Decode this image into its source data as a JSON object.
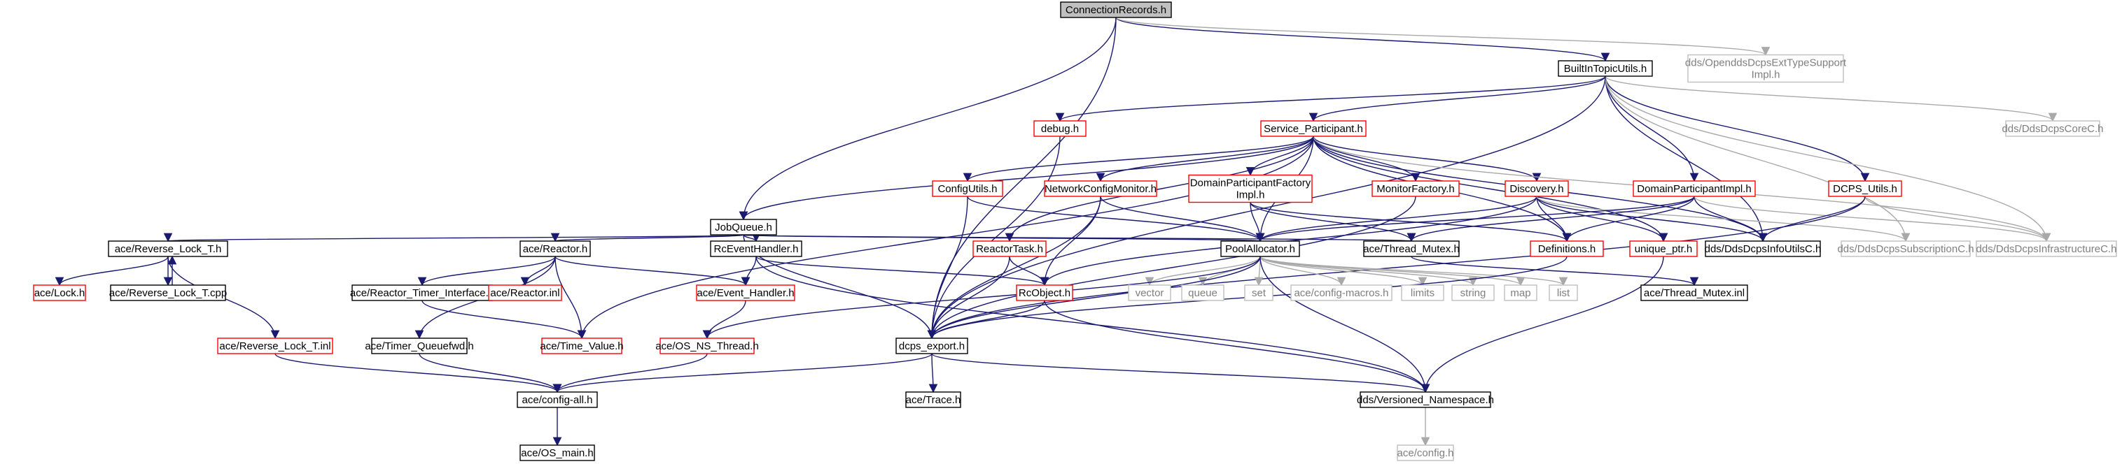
{
  "colors": {
    "edge": "#191970",
    "edge_light": "#a9a9a9",
    "border_black": "#000000",
    "border_red": "#ff0000",
    "border_gray": "#bfbfbf",
    "fill_root": "#bfbfbf",
    "text_black": "#000000",
    "text_gray": "#7f7f7f"
  },
  "nodes": [
    {
      "id": "conn",
      "lines": [
        "ConnectionRecords.h"
      ],
      "style": "root"
    },
    {
      "id": "bitu",
      "lines": [
        "BuiltInTopicUtils.h"
      ],
      "style": "black"
    },
    {
      "id": "odext",
      "lines": [
        "dds/OpenddsDcpsExtTypeSupport",
        "Impl.h"
      ],
      "style": "gray"
    },
    {
      "id": "debug",
      "lines": [
        "debug.h"
      ],
      "style": "red"
    },
    {
      "id": "svcp",
      "lines": [
        "Service_Participant.h"
      ],
      "style": "red"
    },
    {
      "id": "corec",
      "lines": [
        "dds/DdsDcpsCoreC.h"
      ],
      "style": "gray"
    },
    {
      "id": "jobq",
      "lines": [
        "JobQueue.h"
      ],
      "style": "black"
    },
    {
      "id": "cfgu",
      "lines": [
        "ConfigUtils.h"
      ],
      "style": "red"
    },
    {
      "id": "netcfg",
      "lines": [
        "NetworkConfigMonitor.h"
      ],
      "style": "red"
    },
    {
      "id": "dpfi",
      "lines": [
        "DomainParticipantFactory",
        "Impl.h"
      ],
      "style": "red"
    },
    {
      "id": "monf",
      "lines": [
        "MonitorFactory.h"
      ],
      "style": "red"
    },
    {
      "id": "disc",
      "lines": [
        "Discovery.h"
      ],
      "style": "red"
    },
    {
      "id": "dpi",
      "lines": [
        "DomainParticipantImpl.h"
      ],
      "style": "red"
    },
    {
      "id": "dcpsu",
      "lines": [
        "DCPS_Utils.h"
      ],
      "style": "red"
    },
    {
      "id": "revlock",
      "lines": [
        "ace/Reverse_Lock_T.h"
      ],
      "style": "black"
    },
    {
      "id": "reactor",
      "lines": [
        "ace/Reactor.h"
      ],
      "style": "black"
    },
    {
      "id": "rceh",
      "lines": [
        "RcEventHandler.h"
      ],
      "style": "black"
    },
    {
      "id": "rtask",
      "lines": [
        "ReactorTask.h"
      ],
      "style": "red"
    },
    {
      "id": "pool",
      "lines": [
        "PoolAllocator.h"
      ],
      "style": "black"
    },
    {
      "id": "tmutex",
      "lines": [
        "ace/Thread_Mutex.h"
      ],
      "style": "black"
    },
    {
      "id": "defs",
      "lines": [
        "Definitions.h"
      ],
      "style": "red"
    },
    {
      "id": "uptr",
      "lines": [
        "unique_ptr.h"
      ],
      "style": "red"
    },
    {
      "id": "infou",
      "lines": [
        "dds/DdsDcpsInfoUtilsC.h"
      ],
      "style": "black"
    },
    {
      "id": "subc",
      "lines": [
        "dds/DdsDcpsSubscriptionC.h"
      ],
      "style": "gray"
    },
    {
      "id": "infra",
      "lines": [
        "dds/DdsDcpsInfrastructureC.h"
      ],
      "style": "gray"
    },
    {
      "id": "lock",
      "lines": [
        "ace/Lock.h"
      ],
      "style": "red"
    },
    {
      "id": "revcpp",
      "lines": [
        "ace/Reverse_Lock_T.cpp"
      ],
      "style": "black"
    },
    {
      "id": "rti",
      "lines": [
        "ace/Reactor_Timer_Interface.h"
      ],
      "style": "black"
    },
    {
      "id": "rinl",
      "lines": [
        "ace/Reactor.inl"
      ],
      "style": "red"
    },
    {
      "id": "evh",
      "lines": [
        "ace/Event_Handler.h"
      ],
      "style": "red"
    },
    {
      "id": "rcobj",
      "lines": [
        "RcObject.h"
      ],
      "style": "red"
    },
    {
      "id": "vector",
      "lines": [
        "vector"
      ],
      "style": "gray"
    },
    {
      "id": "queue",
      "lines": [
        "queue"
      ],
      "style": "gray"
    },
    {
      "id": "set",
      "lines": [
        "set"
      ],
      "style": "gray"
    },
    {
      "id": "cfgmac",
      "lines": [
        "ace/config-macros.h"
      ],
      "style": "gray"
    },
    {
      "id": "limits",
      "lines": [
        "limits"
      ],
      "style": "gray"
    },
    {
      "id": "string",
      "lines": [
        "string"
      ],
      "style": "gray"
    },
    {
      "id": "map",
      "lines": [
        "map"
      ],
      "style": "gray"
    },
    {
      "id": "list",
      "lines": [
        "list"
      ],
      "style": "gray"
    },
    {
      "id": "tminl",
      "lines": [
        "ace/Thread_Mutex.inl"
      ],
      "style": "black"
    },
    {
      "id": "revinl",
      "lines": [
        "ace/Reverse_Lock_T.inl"
      ],
      "style": "red"
    },
    {
      "id": "tqfwd",
      "lines": [
        "ace/Timer_Queuefwd.h"
      ],
      "style": "black"
    },
    {
      "id": "tval",
      "lines": [
        "ace/Time_Value.h"
      ],
      "style": "red"
    },
    {
      "id": "osns",
      "lines": [
        "ace/OS_NS_Thread.h"
      ],
      "style": "red"
    },
    {
      "id": "dexp",
      "lines": [
        "dcps_export.h"
      ],
      "style": "black"
    },
    {
      "id": "vns",
      "lines": [
        "dds/Versioned_Namespace.h"
      ],
      "style": "black"
    },
    {
      "id": "cfgall",
      "lines": [
        "ace/config-all.h"
      ],
      "style": "black"
    },
    {
      "id": "trace",
      "lines": [
        "ace/Trace.h"
      ],
      "style": "black"
    },
    {
      "id": "acecfg",
      "lines": [
        "ace/config.h"
      ],
      "style": "gray"
    },
    {
      "id": "osmain",
      "lines": [
        "ace/OS_main.h"
      ],
      "style": "black"
    }
  ],
  "edges": [
    [
      "conn",
      "bitu"
    ],
    [
      "conn",
      "odext"
    ],
    [
      "conn",
      "jobq"
    ],
    [
      "conn",
      "dexp"
    ],
    [
      "bitu",
      "debug"
    ],
    [
      "bitu",
      "svcp"
    ],
    [
      "bitu",
      "corec"
    ],
    [
      "bitu",
      "dpi"
    ],
    [
      "bitu",
      "dcpsu"
    ],
    [
      "bitu",
      "infou"
    ],
    [
      "bitu",
      "subc"
    ],
    [
      "bitu",
      "infra"
    ],
    [
      "bitu",
      "dexp"
    ],
    [
      "debug",
      "dexp"
    ],
    [
      "svcp",
      "jobq"
    ],
    [
      "svcp",
      "cfgu"
    ],
    [
      "svcp",
      "netcfg"
    ],
    [
      "svcp",
      "dpfi"
    ],
    [
      "svcp",
      "monf"
    ],
    [
      "svcp",
      "disc"
    ],
    [
      "svcp",
      "rtask"
    ],
    [
      "svcp",
      "pool"
    ],
    [
      "svcp",
      "defs"
    ],
    [
      "svcp",
      "uptr"
    ],
    [
      "svcp",
      "infou"
    ],
    [
      "svcp",
      "infra"
    ],
    [
      "svcp",
      "tval"
    ],
    [
      "jobq",
      "revlock"
    ],
    [
      "jobq",
      "reactor"
    ],
    [
      "jobq",
      "rceh"
    ],
    [
      "jobq",
      "pool"
    ],
    [
      "jobq",
      "tmutex"
    ],
    [
      "jobq",
      "dexp"
    ],
    [
      "cfgu",
      "pool"
    ],
    [
      "cfgu",
      "dexp"
    ],
    [
      "netcfg",
      "pool"
    ],
    [
      "netcfg",
      "rcobj"
    ],
    [
      "netcfg",
      "dexp"
    ],
    [
      "dpfi",
      "pool"
    ],
    [
      "dpfi",
      "tmutex"
    ],
    [
      "dpfi",
      "defs"
    ],
    [
      "monf",
      "dexp"
    ],
    [
      "disc",
      "pool"
    ],
    [
      "disc",
      "rcobj"
    ],
    [
      "disc",
      "defs"
    ],
    [
      "disc",
      "uptr"
    ],
    [
      "disc",
      "infou"
    ],
    [
      "disc",
      "subc"
    ],
    [
      "dpi",
      "pool"
    ],
    [
      "dpi",
      "defs"
    ],
    [
      "dpi",
      "infou"
    ],
    [
      "dpi",
      "infra"
    ],
    [
      "dpi",
      "tmutex"
    ],
    [
      "dcpsu",
      "infou"
    ],
    [
      "dcpsu",
      "infra"
    ],
    [
      "dcpsu",
      "dexp"
    ],
    [
      "revlock",
      "lock"
    ],
    [
      "revlock",
      "revcpp"
    ],
    [
      "revlock",
      "revinl"
    ],
    [
      "revcpp",
      "revlock"
    ],
    [
      "reactor",
      "rti"
    ],
    [
      "reactor",
      "rinl"
    ],
    [
      "reactor",
      "evh"
    ],
    [
      "reactor",
      "tval"
    ],
    [
      "reactor",
      "tqfwd"
    ],
    [
      "rceh",
      "evh"
    ],
    [
      "rceh",
      "rcobj"
    ],
    [
      "rceh",
      "vns"
    ],
    [
      "rtask",
      "rcobj"
    ],
    [
      "rtask",
      "dexp"
    ],
    [
      "pool",
      "vector"
    ],
    [
      "pool",
      "queue"
    ],
    [
      "pool",
      "set"
    ],
    [
      "pool",
      "cfgmac"
    ],
    [
      "pool",
      "limits"
    ],
    [
      "pool",
      "string"
    ],
    [
      "pool",
      "map"
    ],
    [
      "pool",
      "list"
    ],
    [
      "pool",
      "dexp"
    ],
    [
      "pool",
      "vns"
    ],
    [
      "pool",
      "osns"
    ],
    [
      "tmutex",
      "tminl"
    ],
    [
      "defs",
      "dexp"
    ],
    [
      "uptr",
      "vns"
    ],
    [
      "rcobj",
      "dexp"
    ],
    [
      "rcobj",
      "vns"
    ],
    [
      "rti",
      "tval"
    ],
    [
      "evh",
      "osns"
    ],
    [
      "revinl",
      "cfgall"
    ],
    [
      "tqfwd",
      "cfgall"
    ],
    [
      "osns",
      "cfgall"
    ],
    [
      "dexp",
      "cfgall"
    ],
    [
      "dexp",
      "vns"
    ],
    [
      "dexp",
      "trace"
    ],
    [
      "cfgall",
      "osmain"
    ],
    [
      "vns",
      "acecfg"
    ]
  ]
}
